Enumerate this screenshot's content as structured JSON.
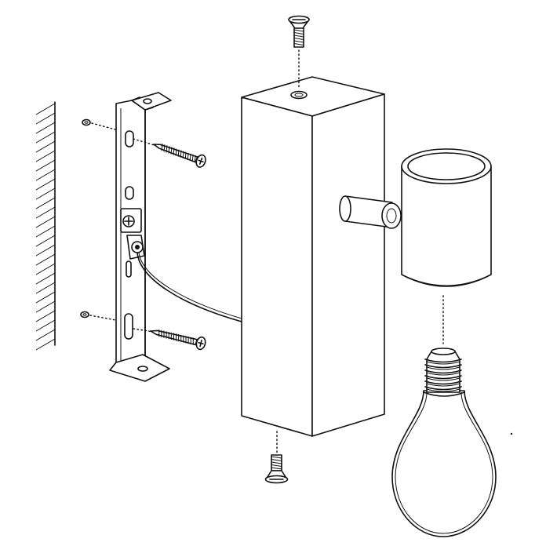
{
  "diagram": {
    "kind": "exploded assembly drawing",
    "text_labels": [],
    "colors": {
      "ink": "#111111",
      "background": "#ffffff"
    },
    "parts": [
      "wall",
      "wall-plug",
      "wood-screw",
      "mounting-bracket",
      "earth-terminal",
      "earth-wire",
      "housing",
      "countersunk-screw",
      "swivel-joint",
      "lamp-holder",
      "light-bulb"
    ]
  }
}
